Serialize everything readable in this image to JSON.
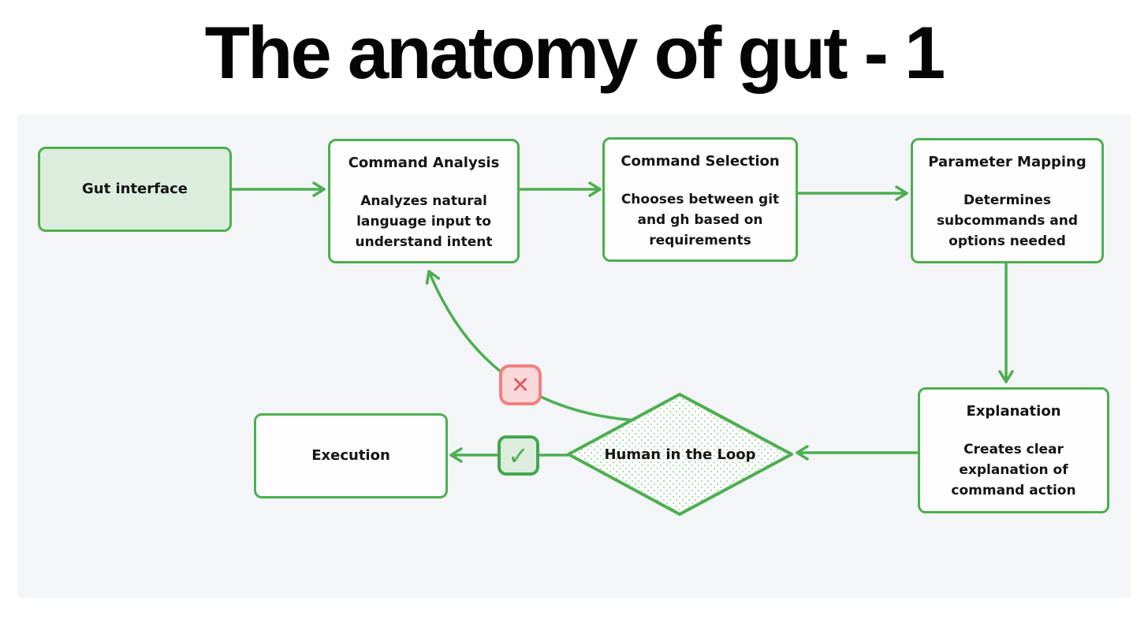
{
  "page": {
    "title": "The anatomy of gut - 1"
  },
  "diagram": {
    "nodes": {
      "gut_interface": {
        "title": "Gut interface"
      },
      "command_analysis": {
        "title": "Command Analysis",
        "body": "Analyzes natural\nlanguage input to\nunderstand intent"
      },
      "command_selection": {
        "title": "Command Selection",
        "body": "Chooses between git\nand gh based on\nrequirements"
      },
      "parameter_mapping": {
        "title": "Parameter Mapping",
        "body": "Determines\nsubcommands and\noptions needed"
      },
      "explanation": {
        "title": "Explanation",
        "body": "Creates clear\nexplanation of\ncommand action"
      },
      "human_in_the_loop": {
        "title": "Human in the Loop"
      },
      "execution": {
        "title": "Execution"
      }
    },
    "icons": {
      "reject": {
        "glyph": "✕"
      },
      "approve": {
        "glyph": "✓"
      }
    },
    "colors": {
      "stroke_green": "#4caf50",
      "fill_green_light": "#dcedde",
      "diamond_dot_green": "#a8d8ab",
      "reject_border": "#f08080",
      "reject_fill": "#f8d8d8",
      "reject_glyph": "#dd5860",
      "canvas_background": "#f4f5f8",
      "text": "#151515"
    }
  }
}
